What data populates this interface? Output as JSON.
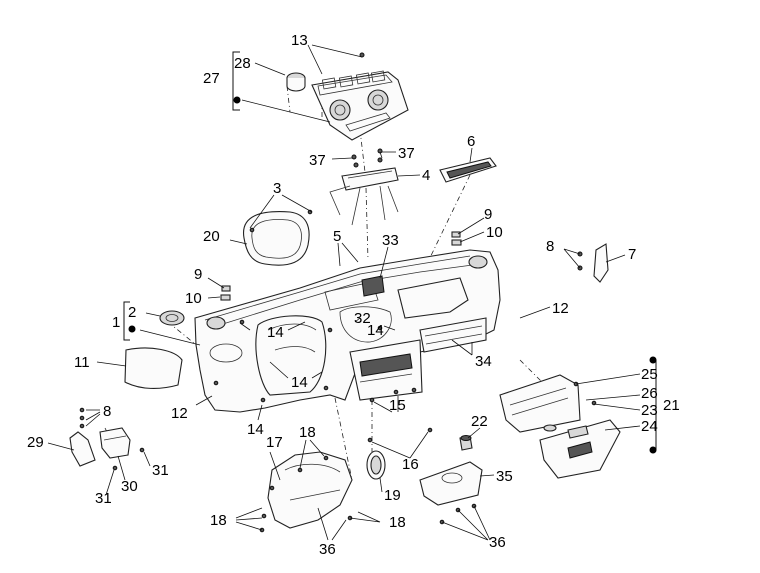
{
  "diagram": {
    "callouts": [
      {
        "id": "c13",
        "text": "13"
      },
      {
        "id": "c28",
        "text": "28"
      },
      {
        "id": "c27",
        "text": "27"
      },
      {
        "id": "c6",
        "text": "6"
      },
      {
        "id": "c37a",
        "text": "37"
      },
      {
        "id": "c37b",
        "text": "37"
      },
      {
        "id": "c4",
        "text": "4"
      },
      {
        "id": "c3",
        "text": "3"
      },
      {
        "id": "c20",
        "text": "20"
      },
      {
        "id": "c5",
        "text": "5"
      },
      {
        "id": "c33",
        "text": "33"
      },
      {
        "id": "c9a",
        "text": "9"
      },
      {
        "id": "c10a",
        "text": "10"
      },
      {
        "id": "c9b",
        "text": "9"
      },
      {
        "id": "c10b",
        "text": "10"
      },
      {
        "id": "c8a",
        "text": "8"
      },
      {
        "id": "c7",
        "text": "7"
      },
      {
        "id": "c2",
        "text": "2"
      },
      {
        "id": "c1",
        "text": "1"
      },
      {
        "id": "c12a",
        "text": "12"
      },
      {
        "id": "c14a",
        "text": "14"
      },
      {
        "id": "c32",
        "text": "32"
      },
      {
        "id": "c14b",
        "text": "14"
      },
      {
        "id": "c11",
        "text": "11"
      },
      {
        "id": "c34",
        "text": "34"
      },
      {
        "id": "c14c",
        "text": "14"
      },
      {
        "id": "c12b",
        "text": "12"
      },
      {
        "id": "c25",
        "text": "25"
      },
      {
        "id": "c26",
        "text": "26"
      },
      {
        "id": "c21",
        "text": "21"
      },
      {
        "id": "c23",
        "text": "23"
      },
      {
        "id": "c24",
        "text": "24"
      },
      {
        "id": "c8b",
        "text": "8"
      },
      {
        "id": "c15",
        "text": "15"
      },
      {
        "id": "c14d",
        "text": "14"
      },
      {
        "id": "c29",
        "text": "29"
      },
      {
        "id": "c17",
        "text": "17"
      },
      {
        "id": "c18a",
        "text": "18"
      },
      {
        "id": "c22",
        "text": "22"
      },
      {
        "id": "c16",
        "text": "16"
      },
      {
        "id": "c31a",
        "text": "31"
      },
      {
        "id": "c30",
        "text": "30"
      },
      {
        "id": "c35",
        "text": "35"
      },
      {
        "id": "c31b",
        "text": "31"
      },
      {
        "id": "c19",
        "text": "19"
      },
      {
        "id": "c18b",
        "text": "18"
      },
      {
        "id": "c18c",
        "text": "18"
      },
      {
        "id": "c36a",
        "text": "36"
      },
      {
        "id": "c36b",
        "text": "36"
      }
    ]
  }
}
